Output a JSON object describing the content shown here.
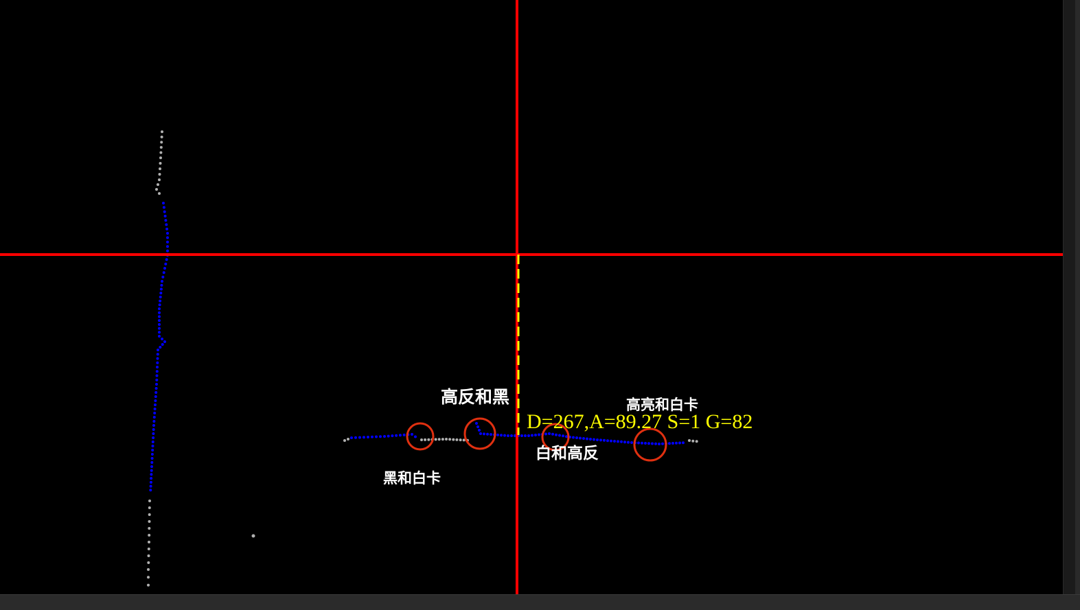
{
  "colors": {
    "background": "#000000",
    "crosshair": "#ff0000",
    "distance_marker": "#ffff00",
    "scan_points_valid": "#0000ff",
    "scan_points_invalid": "#b0b0b0",
    "annotation_circle": "#e03010",
    "label_text": "#ffffff",
    "readout_text": "#ffff00"
  },
  "icons": {
    "crosshair": "crosshair-icon",
    "annotation": "circle-marker-icon"
  },
  "readout": {
    "text": "D=267,A=89.27 S=1 G=82"
  },
  "annotations": {
    "black_and_white_card": "黑和白卡",
    "high_reflect_and_black": "高反和黑",
    "white_and_high_reflect": "白和高反",
    "bright_and_white_card": "高亮和白卡"
  }
}
